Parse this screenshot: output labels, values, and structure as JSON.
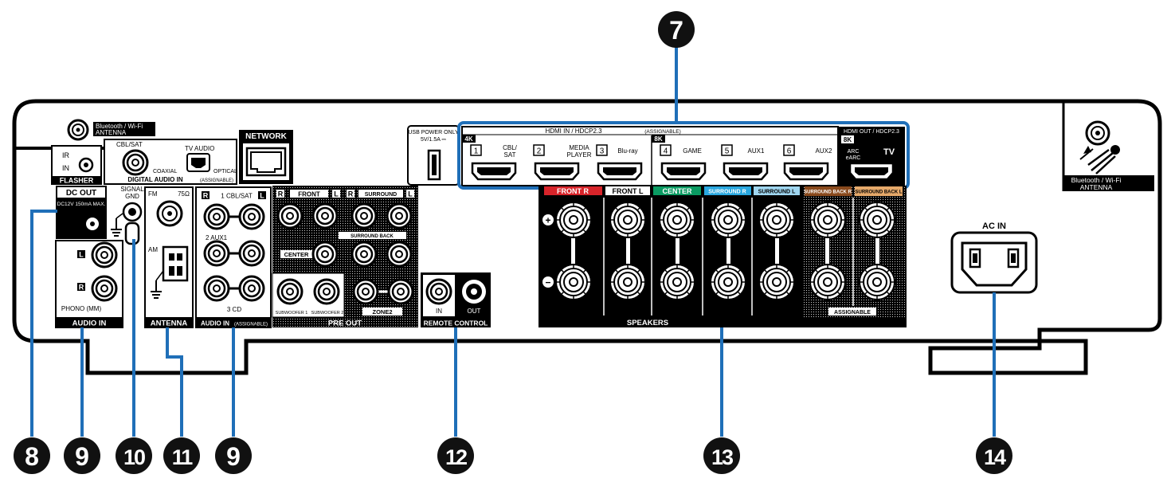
{
  "callouts": {
    "c7": "7",
    "c8": "8",
    "c9a": "9",
    "c10": "10",
    "c11": "11",
    "c9b": "9",
    "c12": "12",
    "c13": "13",
    "c14": "14"
  },
  "bt_antenna": {
    "left_line1": "Bluetooth / Wi-Fi",
    "left_line2": "ANTENNA",
    "right_line1": "Bluetooth / Wi-Fi",
    "right_line2": "ANTENNA"
  },
  "flasher": {
    "ir": "IR",
    "in": "IN",
    "label": "FLASHER"
  },
  "digital_audio": {
    "cbl_sat": "CBL/SAT",
    "coaxial": "COAXIAL",
    "tv_audio": "TV AUDIO",
    "optical": "OPTICAL",
    "label": "DIGITAL AUDIO IN",
    "assignable": "(ASSIGNABLE)"
  },
  "network": {
    "label": "NETWORK"
  },
  "usb": {
    "line1": "USB POWER ONLY",
    "line2": "5V/1.5A ⎓"
  },
  "hdmi_in": {
    "title": "HDMI IN / HDCP2.3",
    "assignable": "(ASSIGNABLE)",
    "badge_4k": "4K",
    "badge_8k": "8K",
    "ports": [
      {
        "num": "1",
        "line1": "CBL/",
        "line2": "SAT"
      },
      {
        "num": "2",
        "line1": "MEDIA",
        "line2": "PLAYER"
      },
      {
        "num": "3",
        "line1": "Blu-ray",
        "line2": ""
      },
      {
        "num": "4",
        "line1": "GAME",
        "line2": ""
      },
      {
        "num": "5",
        "line1": "AUX1",
        "line2": ""
      },
      {
        "num": "6",
        "line1": "AUX2",
        "line2": ""
      }
    ]
  },
  "hdmi_out": {
    "title": "HDMI OUT / HDCP2.3",
    "badge_8k": "8K",
    "arc": "ARC",
    "earc": "eARC",
    "tv": "TV"
  },
  "dc_out": {
    "label": "DC OUT",
    "spec": "DC12V 150mA MAX."
  },
  "signal_gnd": {
    "line1": "SIGNAL",
    "line2": "GND"
  },
  "antenna": {
    "fm": "FM",
    "ohm": "75Ω",
    "am": "AM",
    "label": "ANTENNA"
  },
  "audio_in_phono": {
    "l": "L",
    "r": "R",
    "phono": "PHONO (MM)",
    "label": "AUDIO IN"
  },
  "audio_in": {
    "r": "R",
    "l": "L",
    "cbl_sat": "1 CBL/SAT",
    "aux1": "2 AUX1",
    "cd": "3 CD",
    "label": "AUDIO IN",
    "assignable": "(ASSIGNABLE)"
  },
  "pre_out": {
    "r1": "R",
    "front": "FRONT",
    "l1": "L",
    "r2": "R",
    "surround": "SURROUND",
    "l2": "L",
    "surround_back": "SURROUND BACK",
    "center": "CENTER",
    "sub1": "SUBWOOFER 1",
    "sub2": "SUBWOOFER 2",
    "zone2": "ZONE2",
    "label": "PRE OUT"
  },
  "remote": {
    "in": "IN",
    "out": "OUT",
    "label": "REMOTE CONTROL"
  },
  "speakers": {
    "plus": "+",
    "minus": "−",
    "label": "SPEAKERS",
    "assignable": "ASSIGNABLE",
    "channels": [
      {
        "name": "FRONT",
        "side": "R",
        "color": "#d8242a"
      },
      {
        "name": "FRONT",
        "side": "L",
        "color": "#ffffff"
      },
      {
        "name": "CENTER",
        "side": "",
        "color": "#0a9b62"
      },
      {
        "name": "SURROUND",
        "side": "R",
        "color": "#29a8e0"
      },
      {
        "name": "SURROUND",
        "side": "L",
        "color": "#9fd6f0"
      },
      {
        "name": "SURROUND BACK",
        "side": "R",
        "color": "#8a4a1d"
      },
      {
        "name": "SURROUND BACK",
        "side": "L",
        "color": "#e6a96a"
      }
    ]
  },
  "ac_in": {
    "label": "AC IN"
  },
  "colors": {
    "callout": "#111111",
    "leader": "#1f6fb8",
    "panel": "#ffffff",
    "ink": "#000000"
  }
}
